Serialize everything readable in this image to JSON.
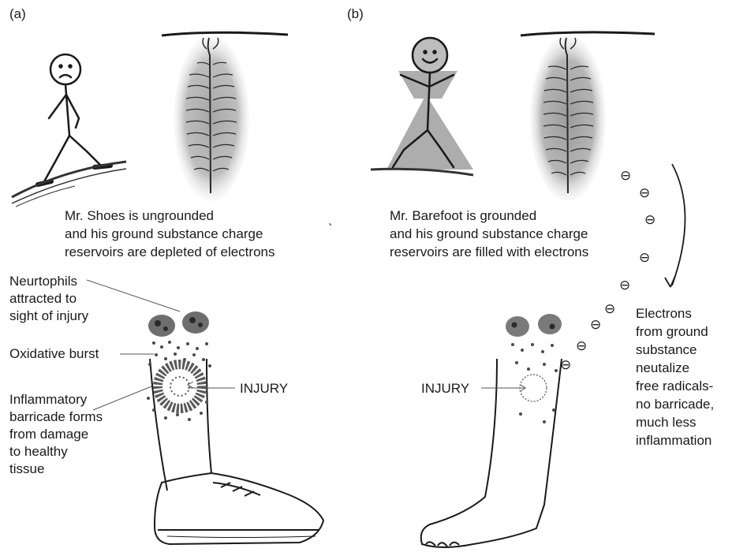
{
  "panels": {
    "a": {
      "tag": "(a)",
      "caption": [
        "Mr. Shoes is ungrounded",
        "and his ground substance charge",
        "reservoirs are depleted of electrons"
      ],
      "labels": {
        "neutrophils": [
          "Neurtophils",
          "attracted to",
          "sight of injury"
        ],
        "oxidative_burst": "Oxidative burst",
        "barricade": [
          "Inflammatory",
          "barricade forms",
          "from damage",
          "to healthy",
          "tissue"
        ],
        "injury": "INJURY"
      }
    },
    "b": {
      "tag": "(b)",
      "caption": [
        "Mr. Barefoot is grounded",
        "and his ground substance charge",
        "reservoirs are filled with electrons"
      ],
      "labels": {
        "electrons": [
          "Electrons",
          "from ground",
          "substance",
          "neutalize",
          "free radicals-",
          "no barricade,",
          "much less",
          "inflammation"
        ],
        "injury": "INJURY"
      }
    }
  },
  "stray_mark": "`",
  "electron_symbol": "⊖",
  "colors": {
    "ink": "#1a1a1a",
    "reservoir_gray": "#9a9a9a",
    "cell_gray": "#6e6e6e"
  }
}
